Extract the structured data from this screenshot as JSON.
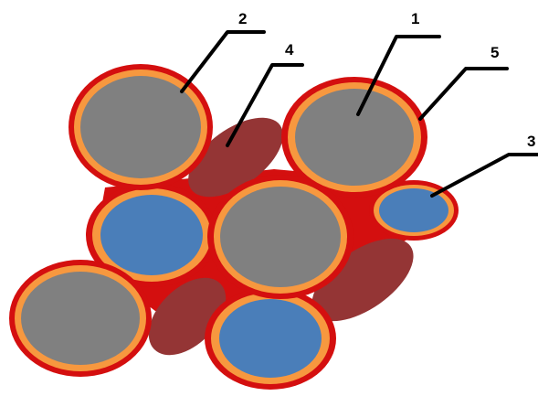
{
  "colors": {
    "background": "#ffffff",
    "outer_ring": "#d40f0f",
    "inner_ring": "#f7983f",
    "gray_fill": "#808080",
    "blue_fill": "#4a7eb9",
    "brown_fill": "#943535",
    "leader_line": "#000000"
  },
  "labels": {
    "label_1": "1",
    "label_2": "2",
    "label_3": "3",
    "label_4": "4",
    "label_5": "5"
  }
}
